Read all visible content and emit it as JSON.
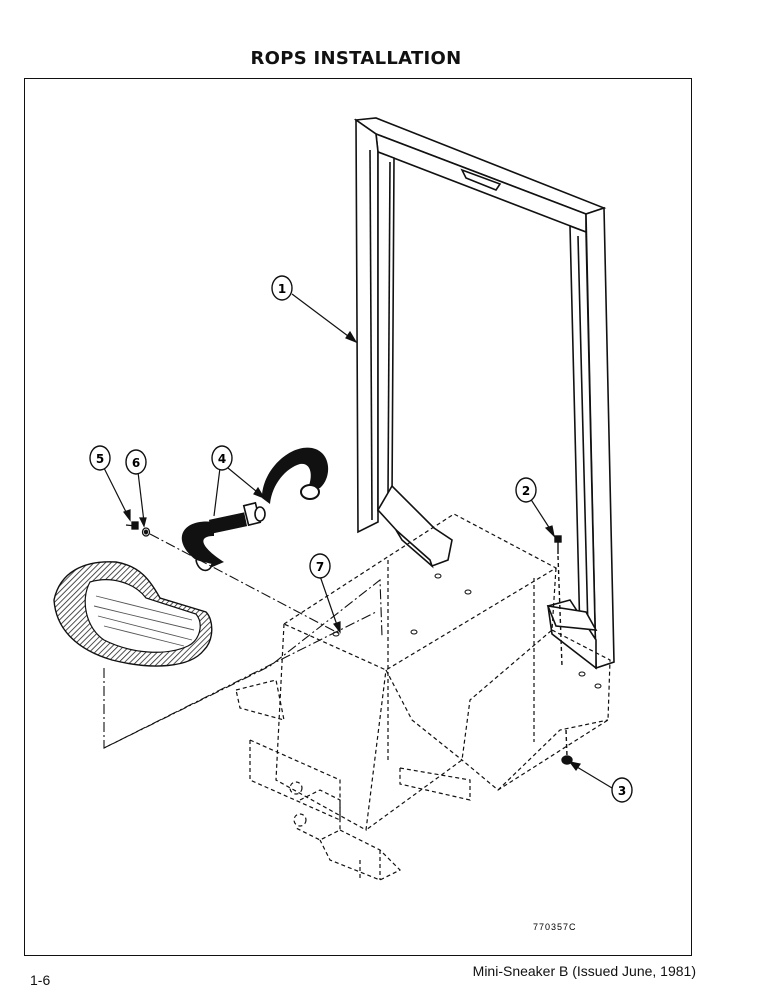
{
  "document": {
    "title": "ROPS INSTALLATION",
    "drawing_number": "770357C",
    "page_number": "1-6",
    "footer": "Mini-Sneaker B (Issued June, 1981)"
  },
  "callouts": [
    "1",
    "2",
    "3",
    "4",
    "5",
    "6",
    "7"
  ]
}
